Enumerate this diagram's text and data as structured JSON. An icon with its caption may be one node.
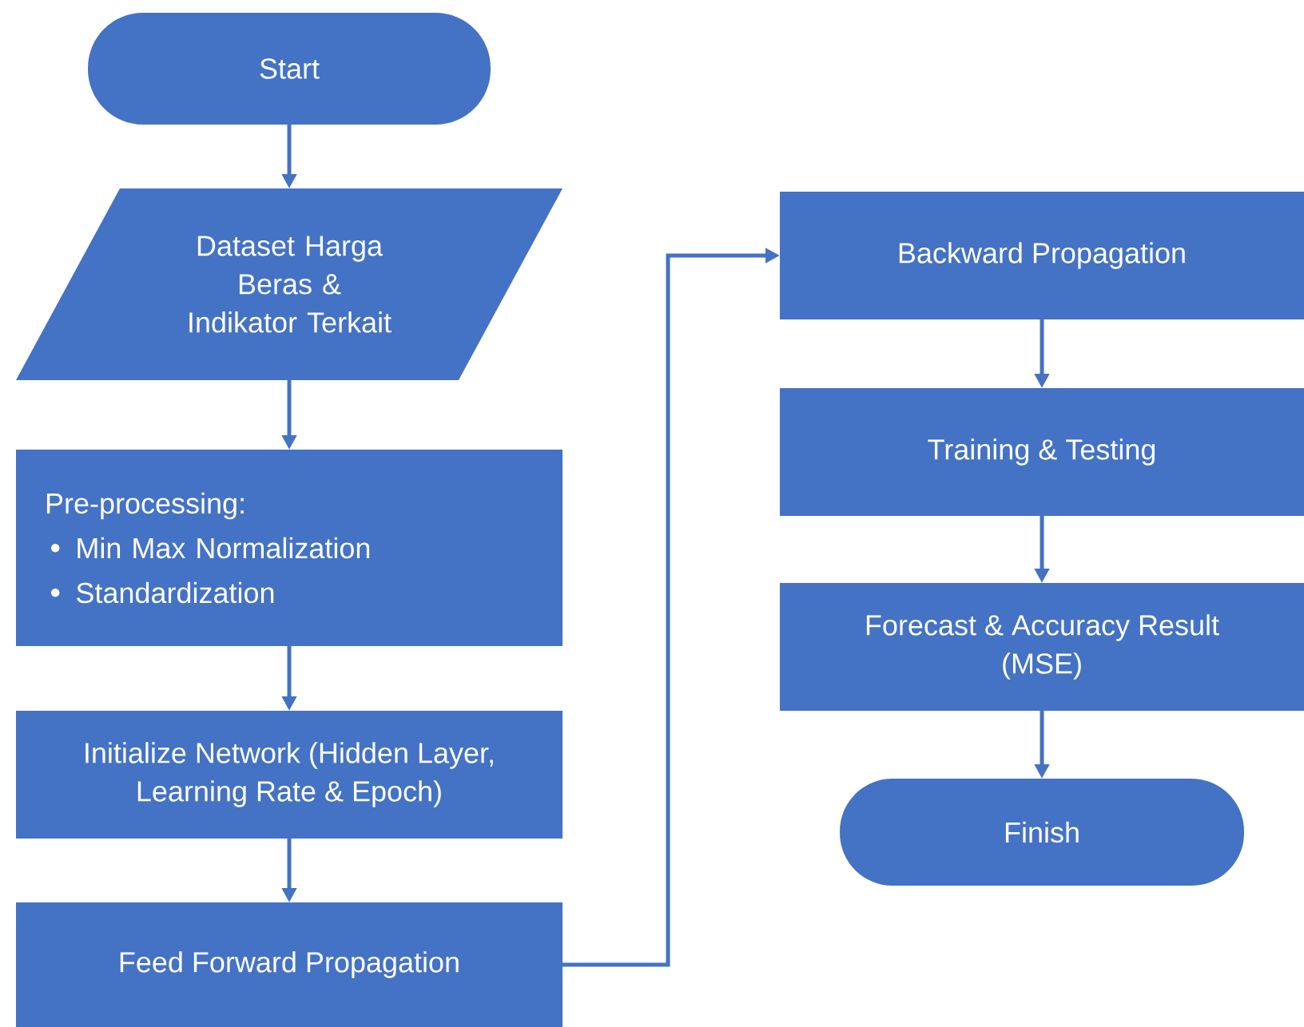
{
  "diagram": {
    "nodes": [
      {
        "text": [
          "Start"
        ]
      },
      {
        "text": [
          "Dataset Harga Beras & Indikator Terkait"
        ]
      },
      {
        "text": [
          "Pre-processing:",
          "Min Max Normalization",
          "Standardization"
        ]
      },
      {
        "text": [
          "Initialize Network (Hidden Layer, Learning Rate & Epoch)"
        ]
      },
      {
        "text": [
          "Feed Forward Propagation"
        ]
      },
      {
        "text": [
          "Backward Propagation"
        ]
      },
      {
        "text": [
          "Training & Testing"
        ]
      },
      {
        "text": [
          "Forecast & Accuracy Result (MSE)"
        ]
      },
      {
        "text": [
          "Finish"
        ]
      }
    ],
    "edges": [
      {
        "from": 0,
        "to": 1,
        "arrow": "to"
      },
      {
        "from": 1,
        "to": 2,
        "arrow": "to"
      },
      {
        "from": 2,
        "to": 3,
        "arrow": "to"
      },
      {
        "from": 3,
        "to": 4,
        "arrow": "to"
      },
      {
        "from": 4,
        "to": 5,
        "arrow": "to"
      },
      {
        "from": 5,
        "to": 6,
        "arrow": "to"
      },
      {
        "from": 6,
        "to": 7,
        "arrow": "to"
      },
      {
        "from": 7,
        "to": 8,
        "arrow": "to"
      }
    ]
  }
}
